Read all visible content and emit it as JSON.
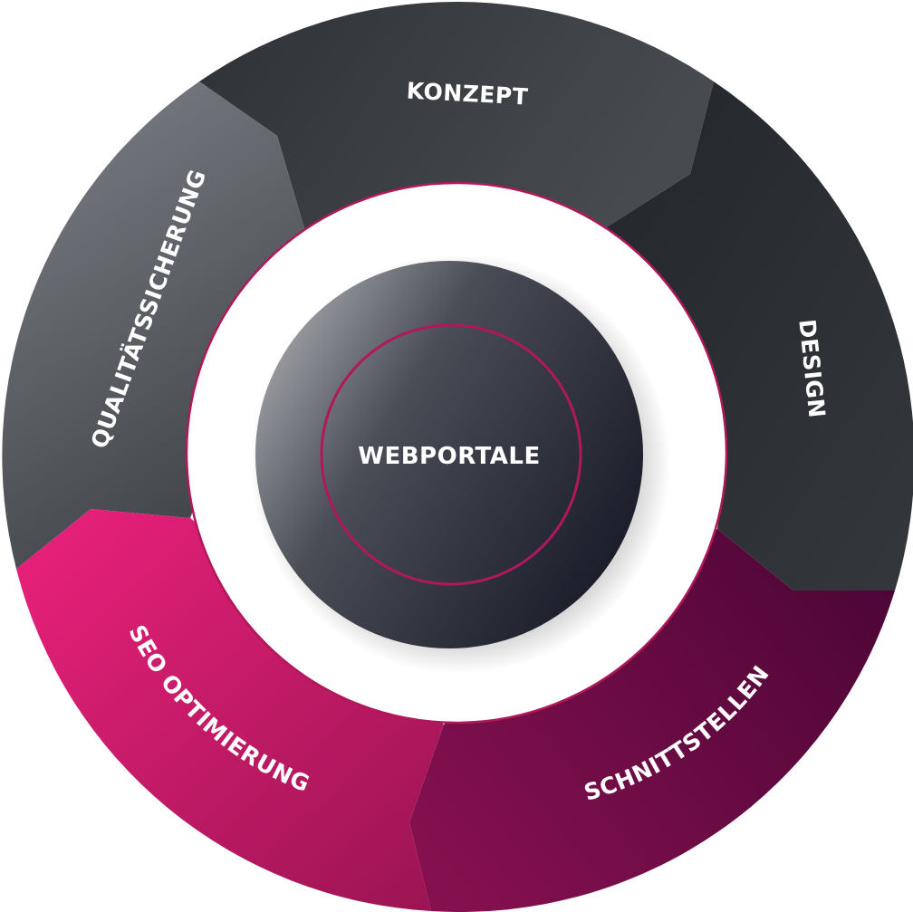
{
  "center": {
    "label": "WEBPORTALE"
  },
  "segments": [
    {
      "id": "konzept",
      "label": "KONZEPT",
      "color_from": "#2e3136",
      "color_to": "#474b50"
    },
    {
      "id": "design",
      "label": "DESIGN",
      "color_from": "#23262a",
      "color_to": "#34383d"
    },
    {
      "id": "schnittstellen",
      "label": "SCHNITTSTELLEN",
      "color_from": "#85104f",
      "color_to": "#4e0637"
    },
    {
      "id": "seo",
      "label": "SEO OPTIMIERUNG",
      "color_from": "#ec217c",
      "color_to": "#9a1452"
    },
    {
      "id": "qualitaet",
      "label": "QUALITÄTSSICHERUNG",
      "color_from": "#7a7e84",
      "color_to": "#3e4247"
    }
  ],
  "colors": {
    "accent": "#b0185a",
    "ring": "#ffffff",
    "hub_dark": "#1c1f2b",
    "hub_light": "#a7a9ae"
  }
}
